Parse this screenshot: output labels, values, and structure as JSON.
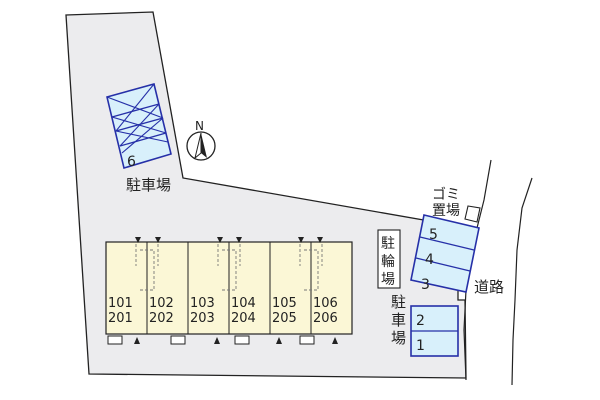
{
  "compass": {
    "label": "N"
  },
  "labels": {
    "parking_top": "駐車場",
    "parking_side": [
      "駐",
      "車",
      "場"
    ],
    "bicycle_parking": [
      "駐",
      "輪",
      "場"
    ],
    "garbage": [
      "ゴミ",
      "置場"
    ],
    "road": "道路"
  },
  "parking_spaces": {
    "top": "6",
    "right_upper": [
      "5",
      "4",
      "3"
    ],
    "right_lower": [
      "2",
      "1"
    ]
  },
  "units": [
    {
      "upper": "101",
      "lower": "201"
    },
    {
      "upper": "102",
      "lower": "202"
    },
    {
      "upper": "103",
      "lower": "203"
    },
    {
      "upper": "104",
      "lower": "204"
    },
    {
      "upper": "105",
      "lower": "205"
    },
    {
      "upper": "106",
      "lower": "206"
    }
  ],
  "colors": {
    "ground": "#ececee",
    "building": "#fbf7d6",
    "parking_fill": "#d8f0fb",
    "parking_stroke": "#2630a8",
    "outline": "#222222",
    "wall": "#ffffff"
  }
}
